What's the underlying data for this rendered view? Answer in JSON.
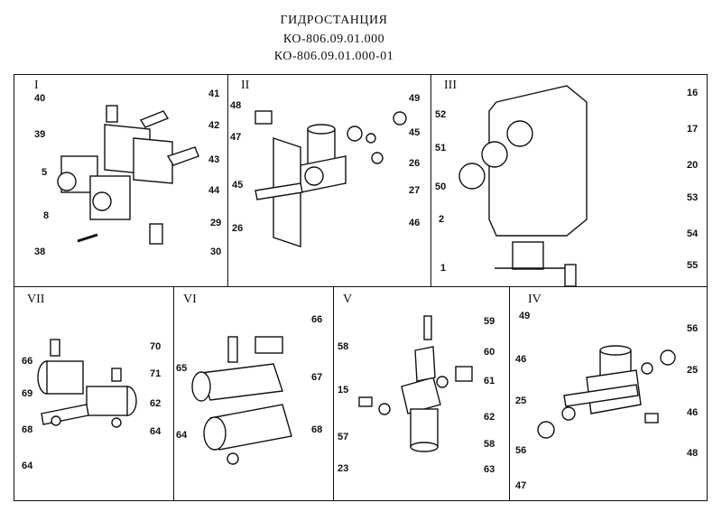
{
  "title": {
    "line1": "ГИДРОСТАНЦИЯ",
    "line2": "КО-806.09.01.000",
    "line3": "КО-806.09.01.000-01"
  },
  "panels": {
    "p1": {
      "roman": "I",
      "callouts": [
        "40",
        "39",
        "5",
        "8",
        "38",
        "41",
        "42",
        "43",
        "44",
        "29",
        "30"
      ]
    },
    "p2": {
      "roman": "II",
      "callouts": [
        "48",
        "47",
        "45",
        "26",
        "49",
        "45",
        "26",
        "27",
        "46"
      ]
    },
    "p3": {
      "roman": "III",
      "callouts": [
        "52",
        "51",
        "50",
        "2",
        "1",
        "16",
        "17",
        "20",
        "53",
        "54",
        "55"
      ]
    },
    "p4": {
      "roman": "VII",
      "callouts": [
        "66",
        "69",
        "68",
        "64",
        "70",
        "71",
        "62",
        "64"
      ]
    },
    "p5": {
      "roman": "VI",
      "callouts": [
        "65",
        "64",
        "66",
        "67",
        "68"
      ]
    },
    "p6": {
      "roman": "V",
      "callouts": [
        "58",
        "15",
        "57",
        "23",
        "59",
        "60",
        "61",
        "62",
        "58",
        "63"
      ]
    },
    "p7": {
      "roman": "IV",
      "callouts": [
        "49",
        "46",
        "25",
        "56",
        "47",
        "56",
        "25",
        "46",
        "48"
      ]
    }
  }
}
